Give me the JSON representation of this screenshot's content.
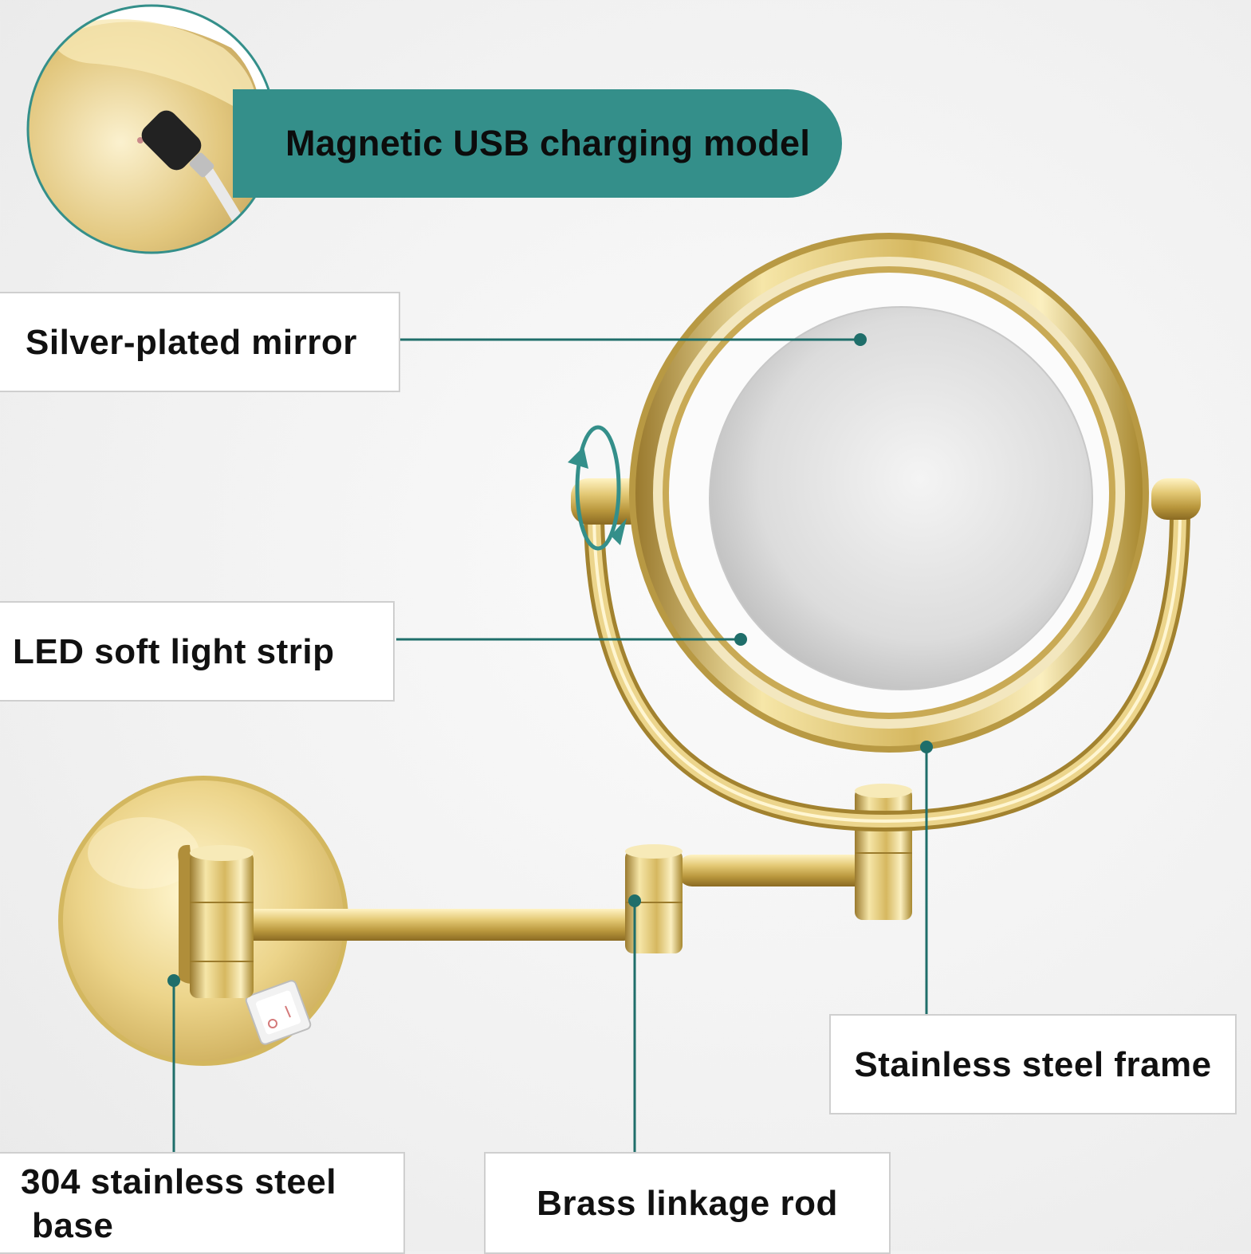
{
  "banner": {
    "text": "Magnetic USB charging model"
  },
  "labels": {
    "mirror": "Silver-plated mirror",
    "led": "LED soft light strip",
    "frame": "Stainless steel frame",
    "base_line1": "304 stainless steel",
    "base_line2": "base",
    "rod": "Brass linkage rod"
  },
  "colors": {
    "accent_teal": "#348f8a",
    "leader_line": "#1f6e6a",
    "gold": "#d9bf6a"
  },
  "icons": {
    "rotation": "rotate-arrows-icon",
    "switch": "power-switch-icon"
  }
}
